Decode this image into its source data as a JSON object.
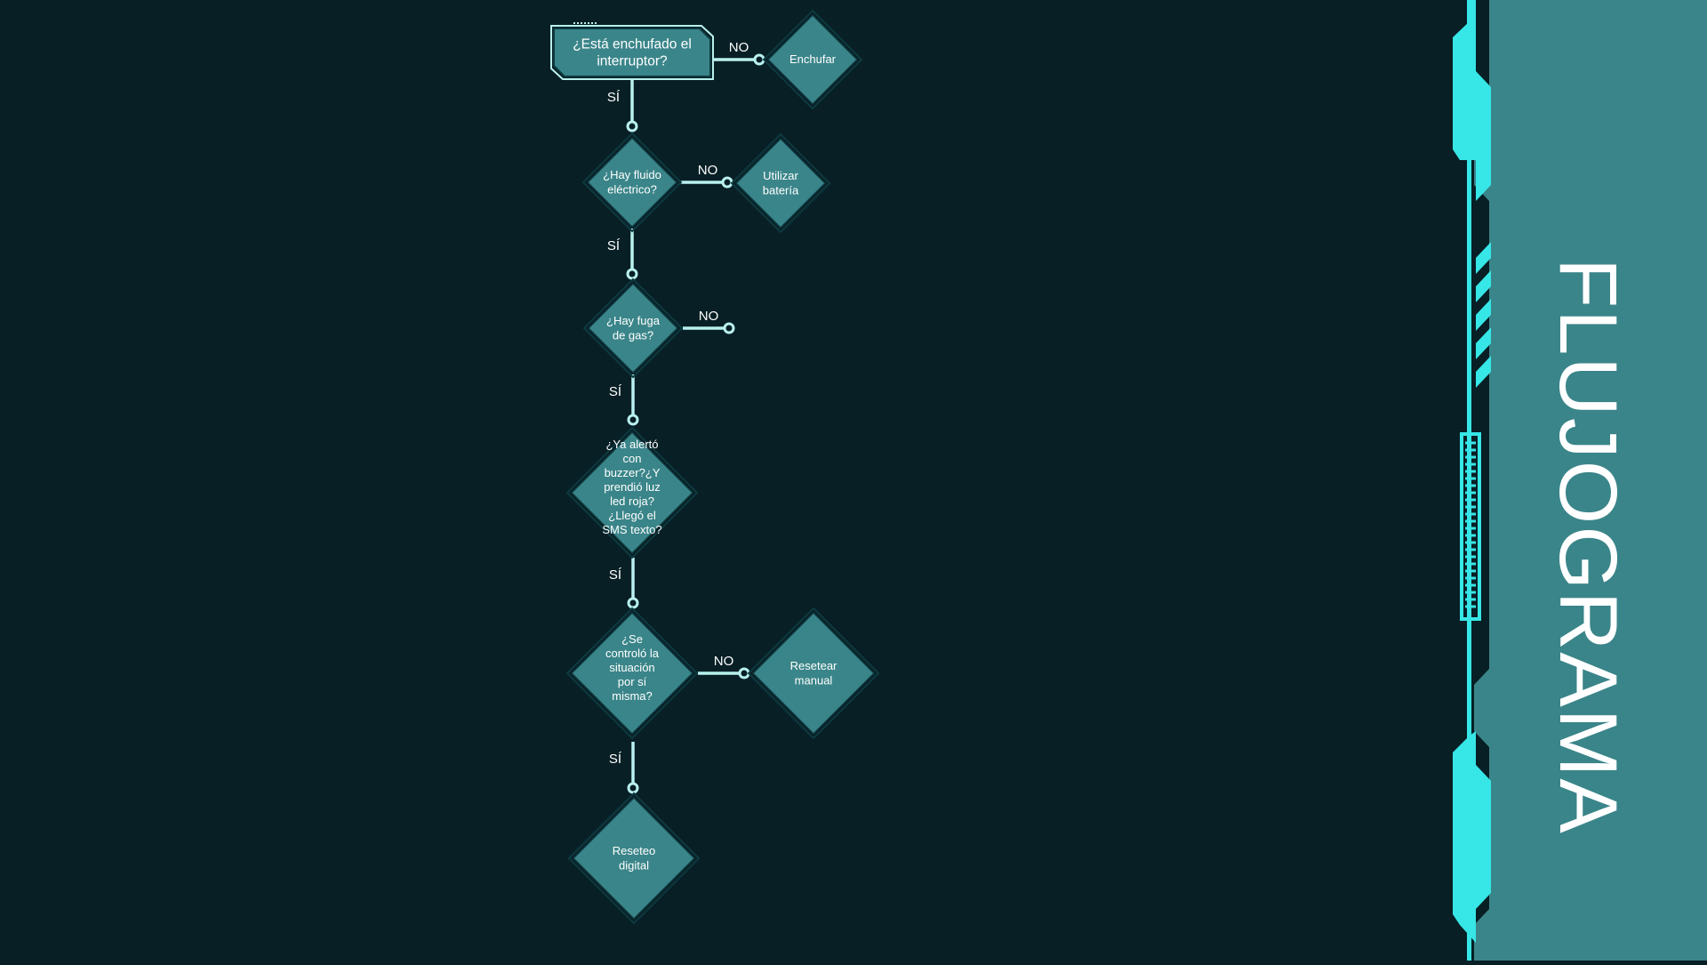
{
  "title": "FLUJOGRAMA",
  "colors": {
    "background": "#081f25",
    "panel": "#3a8589",
    "accent": "#37e6e6",
    "node_fill": "#3a8589",
    "node_stroke": "#0d3a40",
    "line": "#b8f1ef"
  },
  "edge_labels": {
    "yes": "SÍ",
    "no": "NO"
  },
  "nodes": {
    "start": [
      "¿Está enchufado el",
      "interruptor?"
    ],
    "plug_in": [
      "Enchufar"
    ],
    "q_power": [
      "¿Hay fluido",
      "eléctrico?"
    ],
    "battery": [
      "Utilizar",
      "batería"
    ],
    "q_gas": [
      "¿Hay fuga",
      "de gas?"
    ],
    "q_alert": [
      "¿Ya alertó",
      "con",
      "buzzer?¿Y",
      "prendió luz",
      "led roja?",
      "¿Llegó el",
      "SMS texto?"
    ],
    "q_control": [
      "¿Se",
      "controló la",
      "situación",
      "por sí",
      "misma?"
    ],
    "manual_reset": [
      "Resetear",
      "manual"
    ],
    "digital_reset": [
      "Reseteo",
      "digital"
    ]
  }
}
